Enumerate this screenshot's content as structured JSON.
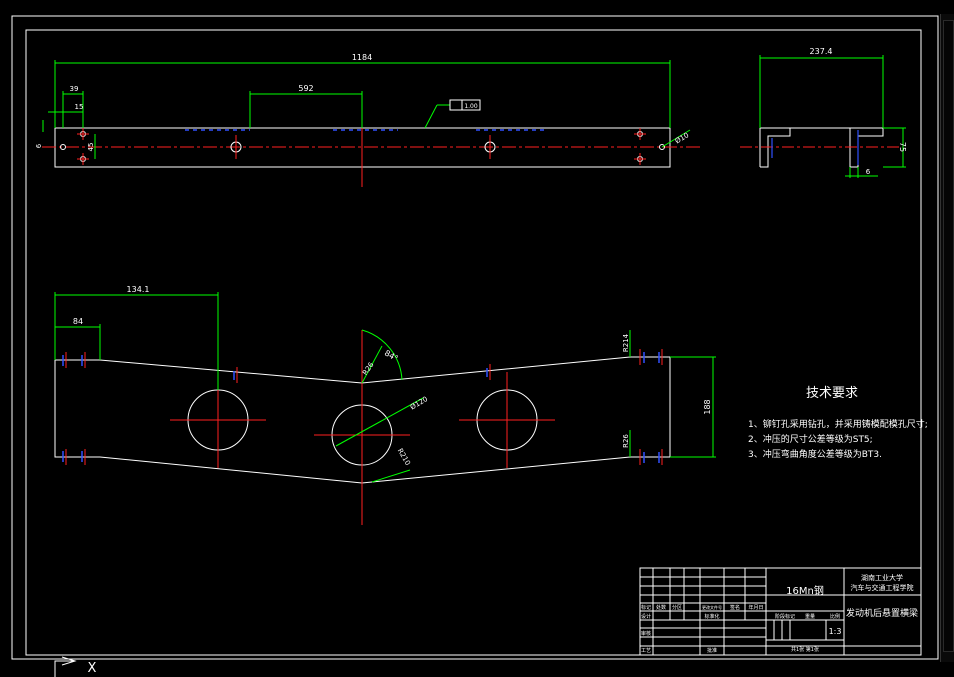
{
  "colors": {
    "background": "#000000",
    "outline": "#ffffff",
    "dimension": "#00ff00",
    "centerline": "#ff2020",
    "hidden": "#3050ff",
    "text": "#ffffff"
  },
  "top_view": {
    "dim_overall": "1184",
    "dim_hole_spacing": "592",
    "dim_first": "39",
    "dim_second": "15",
    "dim_height_small": "6",
    "dim_height_mid": "45",
    "dim_hole_dia": "Ø10",
    "flatness_value": "1.00"
  },
  "side_view": {
    "dim_width": "237.4",
    "dim_height": "75",
    "dim_thickness": "6"
  },
  "front_view": {
    "dim_overall": "134.1",
    "dim_short": "84",
    "dim_angle": "84°",
    "dim_r_top_center": "R26",
    "dim_circle_dia": "Ø120",
    "dim_r_bottom_center": "R210",
    "dim_r_top_right": "R214",
    "dim_r_bottom_right": "R26",
    "dim_height": "188"
  },
  "tech_requirements": {
    "title": "技术要求",
    "items": [
      "1、铆钉孔采用钻孔，并采用铸模配模孔尺寸;",
      "2、冲压的尺寸公差等级为ST5;",
      "3、冲压弯曲角度公差等级为BT3."
    ]
  },
  "title_block": {
    "material": "16Mn钢",
    "school_line1": "湖南工业大学",
    "school_line2": "汽车与交通工程学院",
    "part_name": "发动机后悬置横梁",
    "scale": "1:3",
    "row_labels": [
      "标记",
      "处数",
      "分区",
      "更改文件号",
      "签名",
      "年月日"
    ],
    "label_design": "设计",
    "label_standard": "标准化",
    "label_review": "审核",
    "label_craft": "工艺",
    "label_approve": "批准",
    "label_stage": "阶段标记",
    "label_weight": "重量",
    "label_ratio": "比例",
    "label_sheets": "共1张  第1张"
  },
  "ucs_axis_label": "X"
}
